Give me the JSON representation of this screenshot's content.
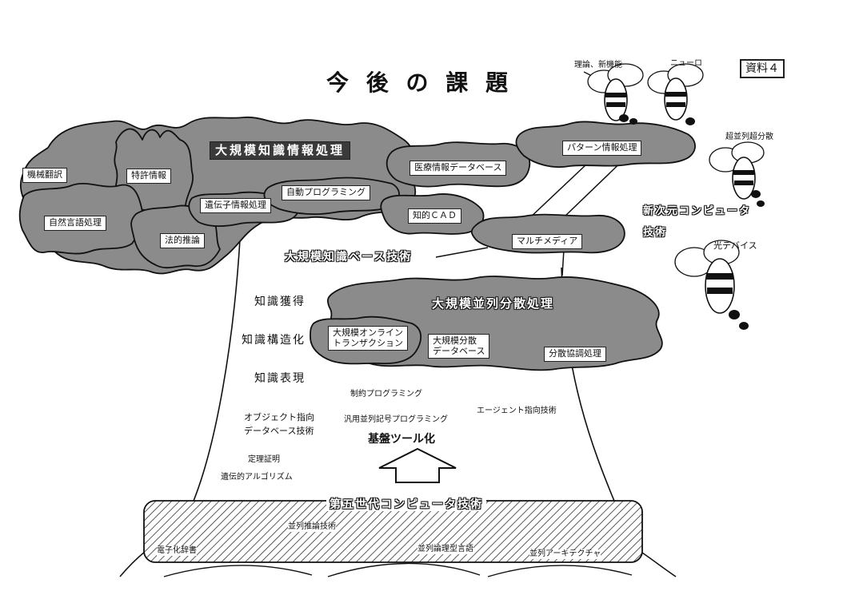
{
  "title": "今 後 の 課 題",
  "doc_label": "資料４",
  "canopy": {
    "headline": "大規模知識情報処理",
    "machine_translation": "機械翻訳",
    "patent_info": "特許情報",
    "natural_language": "自然言語処理",
    "genetic_info": "遺伝子情報処理",
    "legal_reasoning": "法的推論",
    "auto_programming": "自動プログラミング",
    "medical_db": "医療情報データベース",
    "intellectual_cad": "知的ＣＡＤ",
    "pattern_info": "パターン情報処理",
    "multimedia": "マルチメディア"
  },
  "kb_tech": "大規模知識ベース技術",
  "knowledge": {
    "acquisition": "知識獲得",
    "structuring": "知識構造化",
    "representation": "知識表現"
  },
  "distributed": {
    "headline": "大規模並列分散処理",
    "online_tx": "大規模オンライン\nトランザクション",
    "distributed_db": "大規模分散\nデータベース",
    "cooperative": "分散協調処理"
  },
  "tools": {
    "constraint": "制約プログラミング",
    "object_db": "オブジェクト指向\nデータベース技術",
    "parallel_symbolic": "汎用並列記号プログラミング",
    "agent": "エージェント指向技術",
    "platform": "基盤ツール化",
    "theorem": "定理証明",
    "genetic_algo": "遺伝的アルゴリズム"
  },
  "base": {
    "headline": "第五世代コンピュータ技術",
    "parallel_inference": "並列推論技術",
    "e_dictionary": "電子化辞書",
    "parallel_logic_lang": "並列論理型言語",
    "parallel_arch": "並列アーキテクチャ"
  },
  "bees": {
    "theory": "理論、新機能",
    "neuro": "ニューロ",
    "massively_parallel": "超並列超分散",
    "next_gen_line1": "新次元コンピュータ",
    "next_gen_line2": "技術",
    "optical": "光デバイス"
  }
}
